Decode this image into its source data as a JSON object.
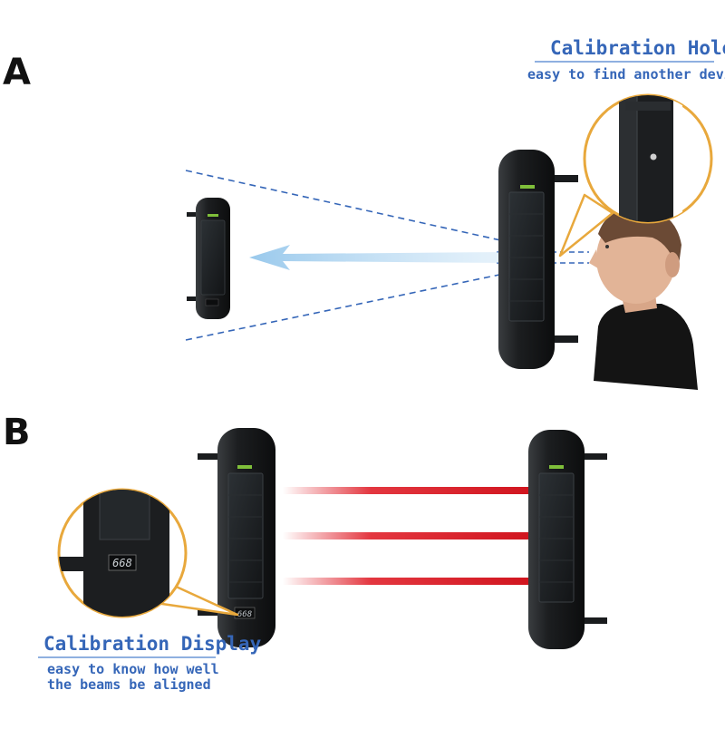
{
  "sections": {
    "a_label": "A",
    "b_label": "B"
  },
  "calibration_hole": {
    "title": "Calibration Hole",
    "subtitle": "easy to find another device"
  },
  "calibration_display": {
    "title": "Calibration Display",
    "line1": "easy to know how well",
    "line2": "the beams be aligned",
    "digits": "668"
  },
  "colors": {
    "accent_blue": "#3566b8",
    "callout_gold": "#e8a83c",
    "beam_red": "#e0202a",
    "device_black": "#1a1c1e",
    "arrow_blue": "#8ec3ea"
  },
  "icons": [
    "human-head-icon",
    "detector-device-icon",
    "beam-arrow-icon"
  ]
}
